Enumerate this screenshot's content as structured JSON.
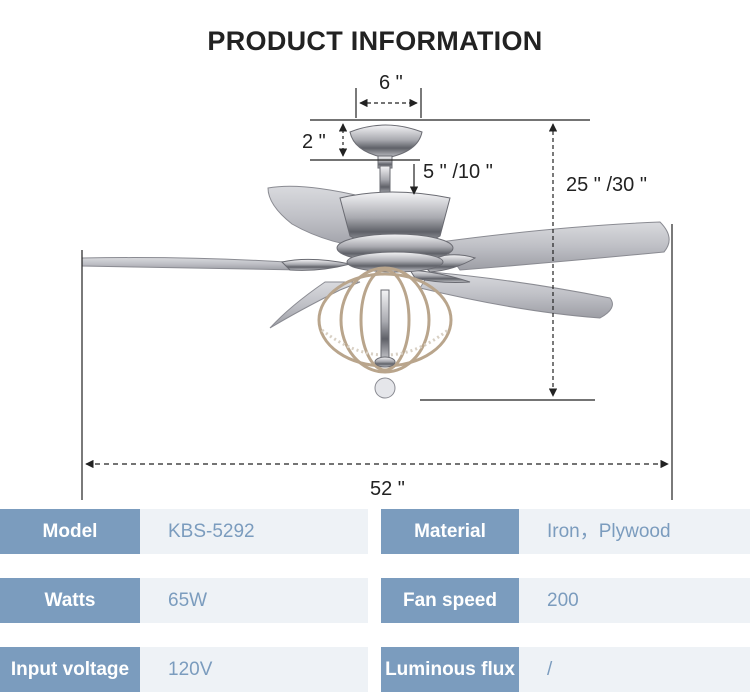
{
  "title": "PRODUCT INFORMATION",
  "dimensions": {
    "canopy_width": "6 \"",
    "canopy_height": "2 \"",
    "downrod": "5 \" /10 \"",
    "total_height": "25 \" /30 \"",
    "span": "52 \""
  },
  "specs": [
    {
      "label": "Model",
      "value": "KBS-5292"
    },
    {
      "label": "Material",
      "value": "Iron，Plywood"
    },
    {
      "label": "Watts",
      "value": "65W"
    },
    {
      "label": "Fan speed",
      "value": "200"
    },
    {
      "label": "Input voltage",
      "value": "120V"
    },
    {
      "label": "Luminous flux",
      "value": "/"
    }
  ],
  "colors": {
    "label_bg": "#7b9cbe",
    "value_bg": "#eef2f6",
    "value_text": "#7b9cbe"
  }
}
